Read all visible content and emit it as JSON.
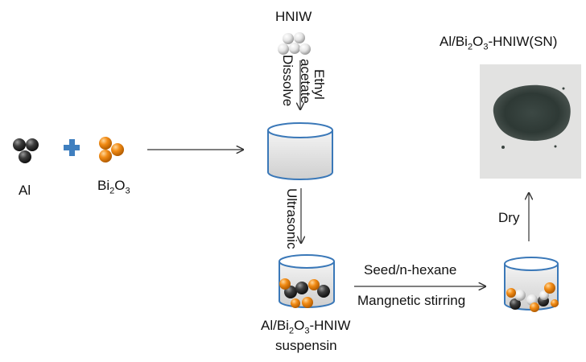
{
  "labels": {
    "al": "Al",
    "bi2o3_main": "Bi",
    "bi2o3_sub1": "2",
    "bi2o3_mid": "O",
    "bi2o3_sub2": "3",
    "hniw": "HNIW",
    "ethyl": "Ethyl",
    "acetate": "acetate",
    "dissolve": "Dissolve",
    "ultrasonic": "Ultrasonic",
    "suspension_line1_a": "Al/Bi",
    "suspension_line1_sub1": "2",
    "suspension_line1_b": "O",
    "suspension_line1_sub2": "3",
    "suspension_line1_c": "-HNIW",
    "suspension_line2": "suspensin",
    "seed": "Seed/n-hexane",
    "stirring": "Mangnetic stirring",
    "dry": "Dry",
    "product_a": "Al/Bi",
    "product_sub1": "2",
    "product_b": "O",
    "product_sub2": "3",
    "product_c": "-HNIW(SN)"
  },
  "colors": {
    "al_particle": "#3a3a3a",
    "bi2o3_particle": "#f28c16",
    "hniw_particle": "#d9d9d9",
    "plus_sign": "#3f7fbf",
    "beaker_outline": "#3a78b8",
    "product_powder": "#2f3a36"
  }
}
